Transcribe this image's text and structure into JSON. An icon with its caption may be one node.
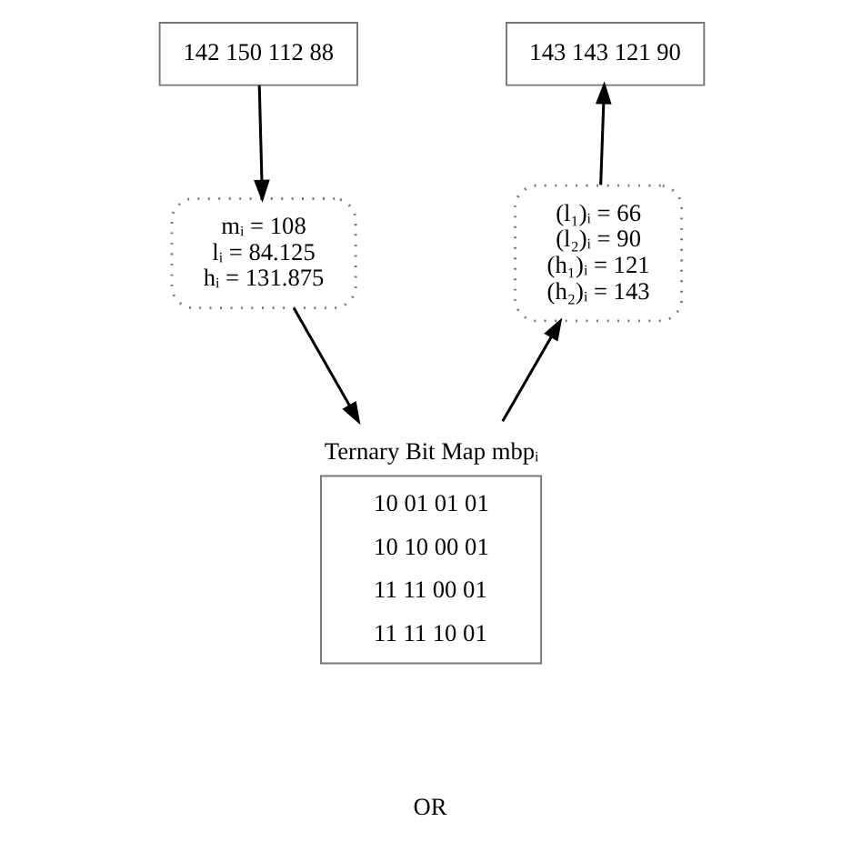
{
  "diagram": {
    "nodes": [
      {
        "text": [
          "142 150 112 88"
        ]
      },
      {
        "text": [
          "143 143 121 90"
        ]
      },
      {
        "text": [
          "mᵢ = 108",
          "lᵢ = 84.125",
          "hᵢ = 131.875"
        ]
      },
      {
        "text": [
          "(l₁)ᵢ = 66",
          "(l₂)ᵢ = 90",
          "(h₁)ᵢ = 121",
          "(h₂)ᵢ = 143"
        ]
      },
      {
        "text": [
          "Ternary Bit Map mbpᵢ",
          "10 01 01 01",
          "10 10 00 01",
          "11 11 00 01",
          "11 11 10 01"
        ]
      }
    ],
    "edges": [
      {
        "from": 0,
        "to": 2,
        "arrow": "to"
      },
      {
        "from": 2,
        "to": 4,
        "arrow": "to"
      },
      {
        "from": 4,
        "to": 3,
        "arrow": "to"
      },
      {
        "from": 3,
        "to": 1,
        "arrow": "to"
      }
    ],
    "labels": [
      "OR"
    ]
  }
}
